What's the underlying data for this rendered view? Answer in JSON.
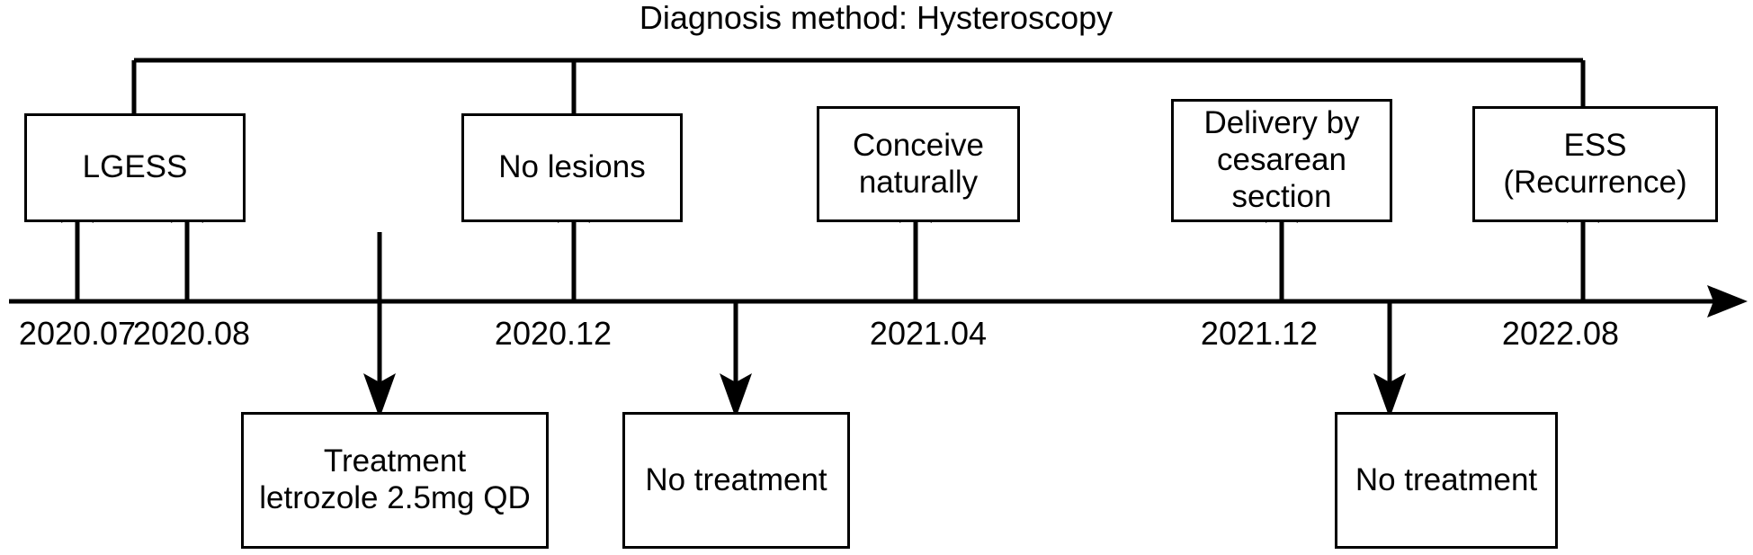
{
  "diagram": {
    "type": "clinical-timeline",
    "title": "Diagnosis method: Hysteroscopy",
    "background_color": "#ffffff",
    "line_color": "#000000"
  },
  "timeline": {
    "axis_name": "time-axis",
    "direction": "left-to-right",
    "ticks": [
      {
        "label": "2020.07"
      },
      {
        "label": "2020.08"
      },
      {
        "label": "2020.12"
      },
      {
        "label": "2021.04"
      },
      {
        "label": "2021.12"
      },
      {
        "label": "2022.08"
      }
    ]
  },
  "events_above": [
    {
      "id": "lgess",
      "label": "LGESS",
      "date": "2020.07"
    },
    {
      "id": "no-lesions",
      "label": "No lesions",
      "date": "2020.12"
    },
    {
      "id": "conceive-naturally",
      "label": "Conceive\nnaturally",
      "date": "2021.04"
    },
    {
      "id": "delivery-cesarean",
      "label": "Delivery by\ncesarean\nsection",
      "date": "2021.12"
    },
    {
      "id": "ess-recurrence",
      "label": "ESS\n(Recurrence)",
      "date": "2022.08"
    }
  ],
  "events_below": [
    {
      "id": "treatment-letrozole",
      "label": "Treatment\nletrozole 2.5mg QD",
      "date": "2020.08"
    },
    {
      "id": "no-treatment-1",
      "label": "No treatment",
      "date": "2020.12"
    },
    {
      "id": "no-treatment-2",
      "label": "No treatment",
      "date": "2021.12"
    }
  ],
  "bracket": {
    "name": "diagnosis-bracket",
    "connects": [
      "LGESS",
      "No lesions",
      "ESS (Recurrence)"
    ]
  }
}
